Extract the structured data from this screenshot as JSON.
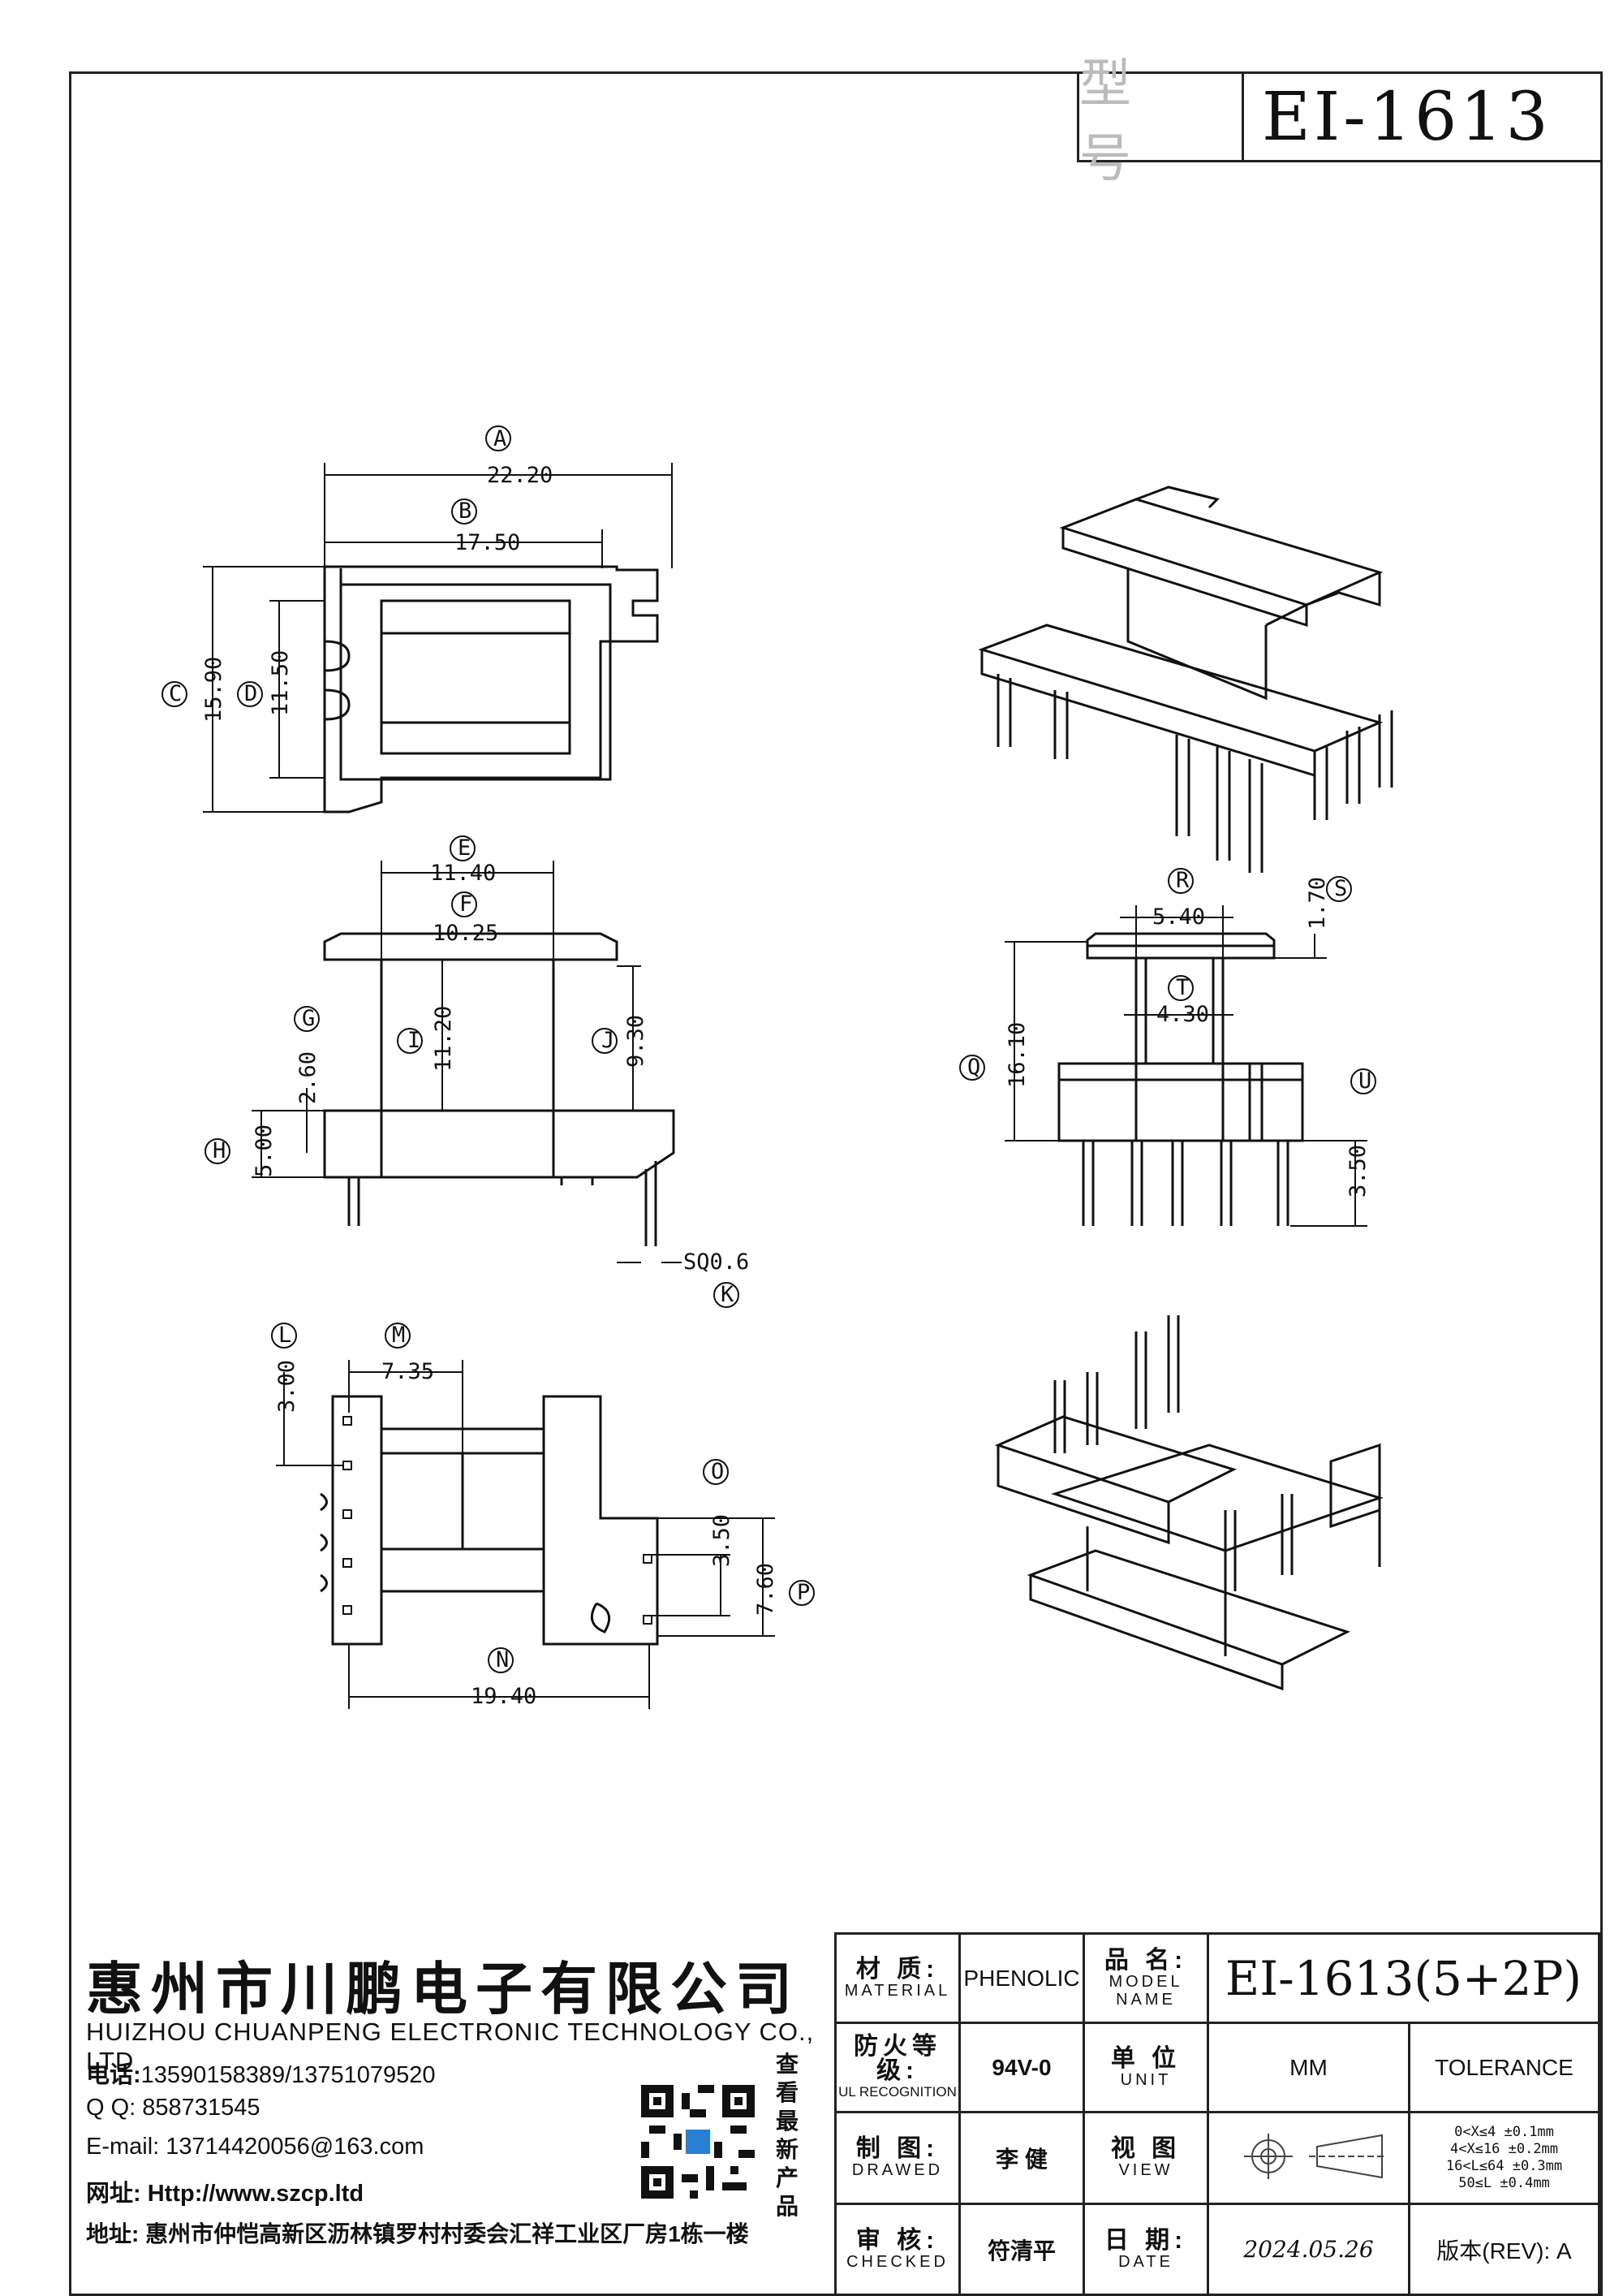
{
  "header": {
    "model_label": "型 号",
    "model_value": "EI-1613"
  },
  "dimensions": {
    "A": "22.20",
    "B": "17.50",
    "C": "15.90",
    "D": "11.50",
    "E": "11.40",
    "F": "10.25",
    "G": "2.60",
    "H": "5.00",
    "I": "11.20",
    "J": "9.30",
    "K": "SQ0.6",
    "L": "3.00",
    "M": "7.35",
    "N": "19.40",
    "O": "3.50",
    "P": "7.60",
    "Q": "16.10",
    "R": "5.40",
    "S": "1.70",
    "T": "4.30",
    "U": "3.50"
  },
  "company": {
    "name_cn": "惠州市川鹏电子有限公司",
    "name_en": "HUIZHOU CHUANPENG ELECTRONIC TECHNOLOGY CO., LTD",
    "phone_label": "电话:",
    "phone": "13590158389/13751079520",
    "qq_label": "Q Q:",
    "qq": "858731545",
    "email_label": "E-mail:",
    "email": "13714420056@163.com",
    "web_label": "网址:",
    "web": "Http://www.szcp.ltd",
    "addr_label": "地址:",
    "addr": "惠州市仲恺高新区沥林镇罗村村委会汇祥工业区厂房1栋一楼",
    "qr_caption": [
      "查",
      "看",
      "最",
      "新",
      "产",
      "品"
    ]
  },
  "title_block": {
    "material_cn": "材 质:",
    "material_en": "MATERIAL",
    "material": "PHENOLIC",
    "modelname_cn": "品 名:",
    "modelname_en": "MODEL NAME",
    "modelname": "EI-1613(5+2P)",
    "ul_cn": "防火等级:",
    "ul_en": "UL RECOGNITION",
    "ul": "94V-0",
    "unit_cn": "单 位",
    "unit_en": "UNIT",
    "unit": "MM",
    "tolerance": "TOLERANCE",
    "drawed_cn": "制 图:",
    "drawed_en": "DRAWED",
    "drawed": "李 健",
    "view_cn": "视 图",
    "view_en": "VIEW",
    "tol_lines": [
      "0<X≤4    ±0.1mm",
      "4<X≤16   ±0.2mm",
      "16<L≤64 ±0.3mm",
      "50≤L     ±0.4mm"
    ],
    "checked_cn": "审 核:",
    "checked_en": "CHECKED",
    "checked": "符清平",
    "date_cn": "日 期:",
    "date_en": "DATE",
    "date": "2024.05.26",
    "rev_label": "版本(REV):",
    "rev": "A"
  }
}
